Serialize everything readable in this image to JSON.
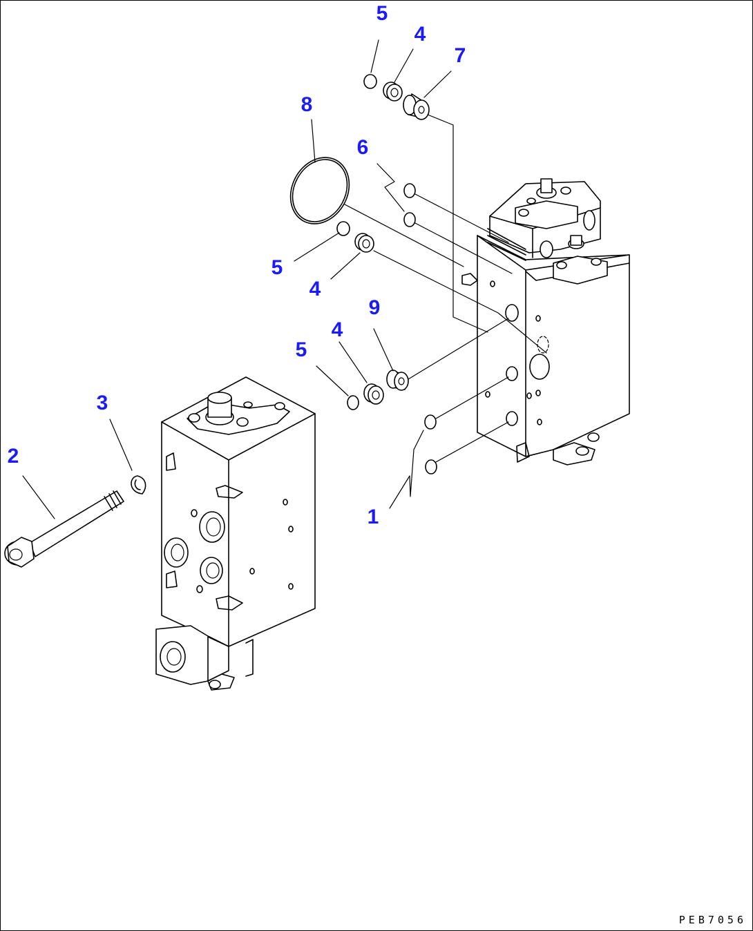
{
  "diagram": {
    "drawing_code": "PEB7056",
    "callout_color": "#1a1aff",
    "callouts": [
      {
        "id": "c1",
        "label": "1"
      },
      {
        "id": "c2",
        "label": "2"
      },
      {
        "id": "c3",
        "label": "3"
      },
      {
        "id": "c4a",
        "label": "4"
      },
      {
        "id": "c4b",
        "label": "4"
      },
      {
        "id": "c4c",
        "label": "4"
      },
      {
        "id": "c5a",
        "label": "5"
      },
      {
        "id": "c5b",
        "label": "5"
      },
      {
        "id": "c5c",
        "label": "5"
      },
      {
        "id": "c6",
        "label": "6"
      },
      {
        "id": "c7",
        "label": "7"
      },
      {
        "id": "c8",
        "label": "8"
      },
      {
        "id": "c9",
        "label": "9"
      }
    ]
  }
}
